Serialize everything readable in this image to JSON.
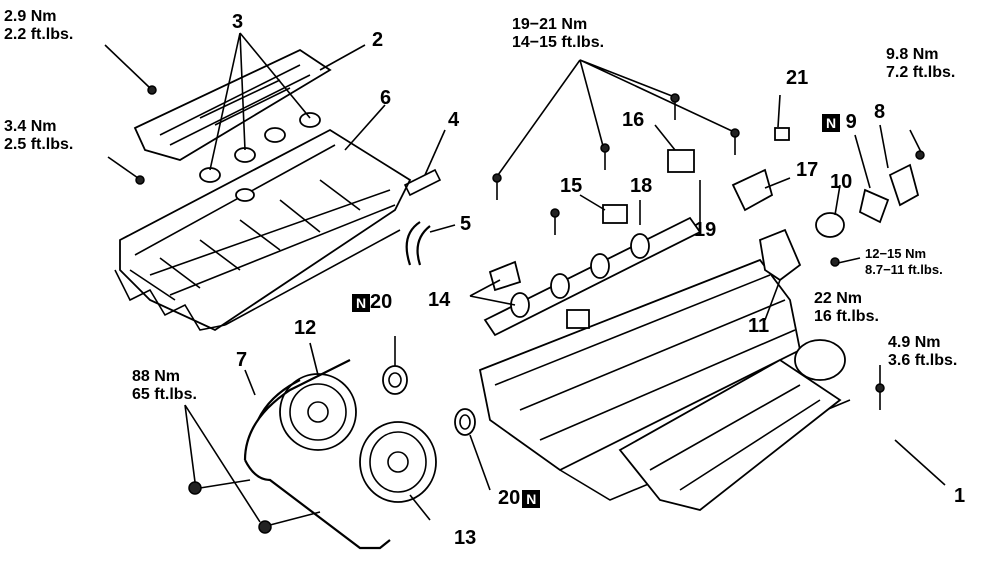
{
  "torques": {
    "t1": [
      "2.9 Nm",
      "2.2 ft.lbs."
    ],
    "t2": [
      "3.4 Nm",
      "2.5 ft.lbs."
    ],
    "t3": [
      "19−21 Nm",
      "14−15 ft.lbs."
    ],
    "t4": [
      "9.8 Nm",
      "7.2 ft.lbs."
    ],
    "t5": [
      "12−15 Nm",
      "8.7−11 ft.lbs."
    ],
    "t6": [
      "22 Nm",
      "16 ft.lbs."
    ],
    "t7": [
      "4.9 Nm",
      "3.6 ft.lbs."
    ],
    "t8": [
      "88 Nm",
      "65 ft.lbs."
    ]
  },
  "callouts": {
    "n1": "1",
    "n2": "2",
    "n3": "3",
    "n4": "4",
    "n5": "5",
    "n6": "6",
    "n7": "7",
    "n8": "8",
    "n9": "9",
    "n10": "10",
    "n11": "11",
    "n12": "12",
    "n13": "13",
    "n14": "14",
    "n15": "15",
    "n16": "16",
    "n17": "17",
    "n18": "18",
    "n19": "19",
    "n20a": "20",
    "n20b": "20",
    "n21": "21"
  },
  "badges": {
    "new_part": "N"
  }
}
